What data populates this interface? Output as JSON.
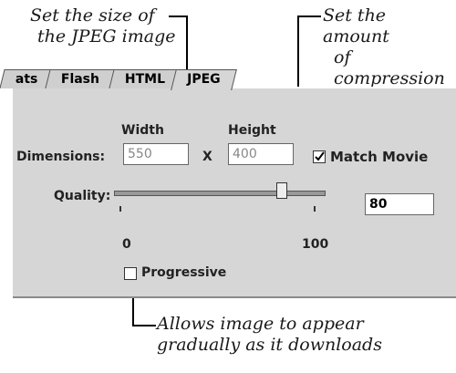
{
  "callouts": {
    "size": [
      "Set the size of",
      "the JPEG image"
    ],
    "compression": [
      "Set the amount",
      "of compression"
    ],
    "progressive": [
      "Allows image to appear",
      "gradually as it downloads"
    ]
  },
  "tabs": [
    {
      "label": "ats",
      "active": false
    },
    {
      "label": "Flash",
      "active": false
    },
    {
      "label": "HTML",
      "active": false
    },
    {
      "label": "JPEG",
      "active": true
    }
  ],
  "dimensions": {
    "label": "Dimensions:",
    "width_label": "Width",
    "height_label": "Height",
    "width_value": "550",
    "separator": "X",
    "height_value": "400",
    "match_movie_label": "Match Movie",
    "match_movie_checked": true
  },
  "quality": {
    "label": "Quality:",
    "value": "80",
    "slider_level": 0.8,
    "min_label": "0",
    "max_label": "100"
  },
  "progressive": {
    "label": "Progressive",
    "checked": false
  }
}
